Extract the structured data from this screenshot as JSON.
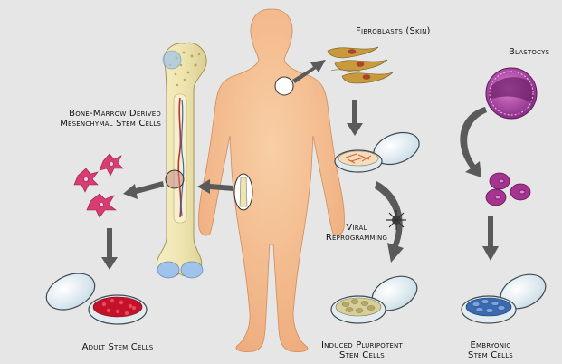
{
  "labels": {
    "fibroblasts": "Fibroblasts (Skin)",
    "blastocyst": "Blastocys",
    "bone_marrow_line1": "Bone-Marrow Derived",
    "bone_marrow_line2": "Mesenchymal Stem Cells",
    "viral_line1": "Viral",
    "viral_line2": "Reprogramming",
    "adult": "Adult Stem Cells",
    "ipsc_line1": "Induced Pluripotent",
    "ipsc_line2": "Stem Cells",
    "embryonic_line1": "Embryonic",
    "embryonic_line2": "Stem Cells"
  },
  "colors": {
    "background": "#e6e6e6",
    "body_silhouette": "#f1b98a",
    "bone": "#eee7b9",
    "arrow": "#5a5a5a",
    "msc_cells": "#d83c72",
    "fibroblast_cells": "#c89a3c",
    "blastocyst": "#a23f9a",
    "adult_dish_medium": "#c4122a",
    "ipsc_dish_medium": "#d6cf9c",
    "embryonic_dish_medium": "#3a6ab0"
  }
}
